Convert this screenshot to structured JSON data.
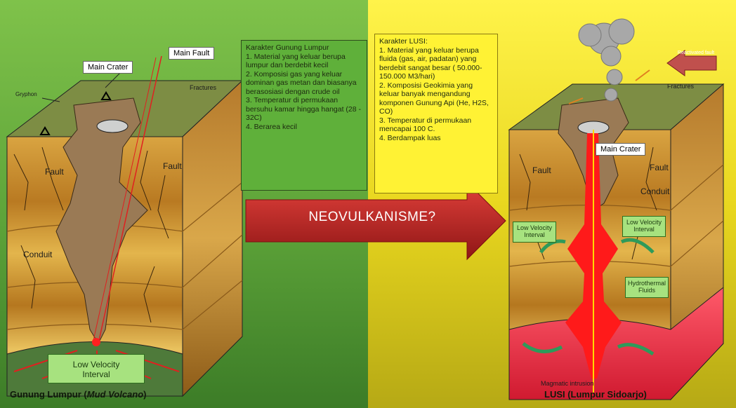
{
  "left_panel": {
    "main_crater": "Main Crater",
    "main_fault": "Main Fault",
    "gryphon": "Gryphon",
    "fractures": "Fractures",
    "fault_1": "Fault",
    "fault_2": "Fault",
    "conduit": "Conduit",
    "low_velocity": "Low Velocity\nInterval",
    "caption_prefix": "Gunung Lumpur (",
    "caption_italic": "Mud Volcano",
    "caption_suffix": ")",
    "box_text": "Karakter Gunung Lumpur\n1. Material yang keluar berupa lumpur dan berdebit kecil\n2. Komposisi gas yang keluar dominan gas metan dan biasanya berasosiasi dengan crude oil\n3. Temperatur di permukaan bersuhu kamar hingga hangat (28 - 32C)\n4. Berarea kecil"
  },
  "center_arrow": {
    "label": "NEOVULKANISME?"
  },
  "right_panel": {
    "box_text": "Karakter LUSI:\n1. Material yang keluar berupa fluida (gas, air, padatan) yang berdebit sangat besar ( 50.000-150.000 M3/hari)\n2. Komposisi Geokimia yang keluar banyak mengandung komponen Gunung Api (He, H2S, CO)\n3. Temperatur di permukaan mencapai 100 C.\n4. Berdampak luas",
    "reactivated_fault": "Reactivated fault",
    "fractures": "Fractures",
    "main_crater": "Main Crater",
    "fault_1": "Fault",
    "fault_2": "Fault",
    "conduit": "Conduit",
    "lvi_1": "Low Velocity Interval",
    "lvi_2": "Low Velocity Interval",
    "hydrothermal": "Hydrothermal Fluids",
    "magmatic": "Magmatic intrusion",
    "caption": "LUSI (Lumpur Sidoarjo)"
  },
  "colors": {
    "left_bg": "#6cb540",
    "right_bg": "#f4e535",
    "arrow_red": "#c42c2c",
    "magma_red": "#ff1a1a"
  }
}
